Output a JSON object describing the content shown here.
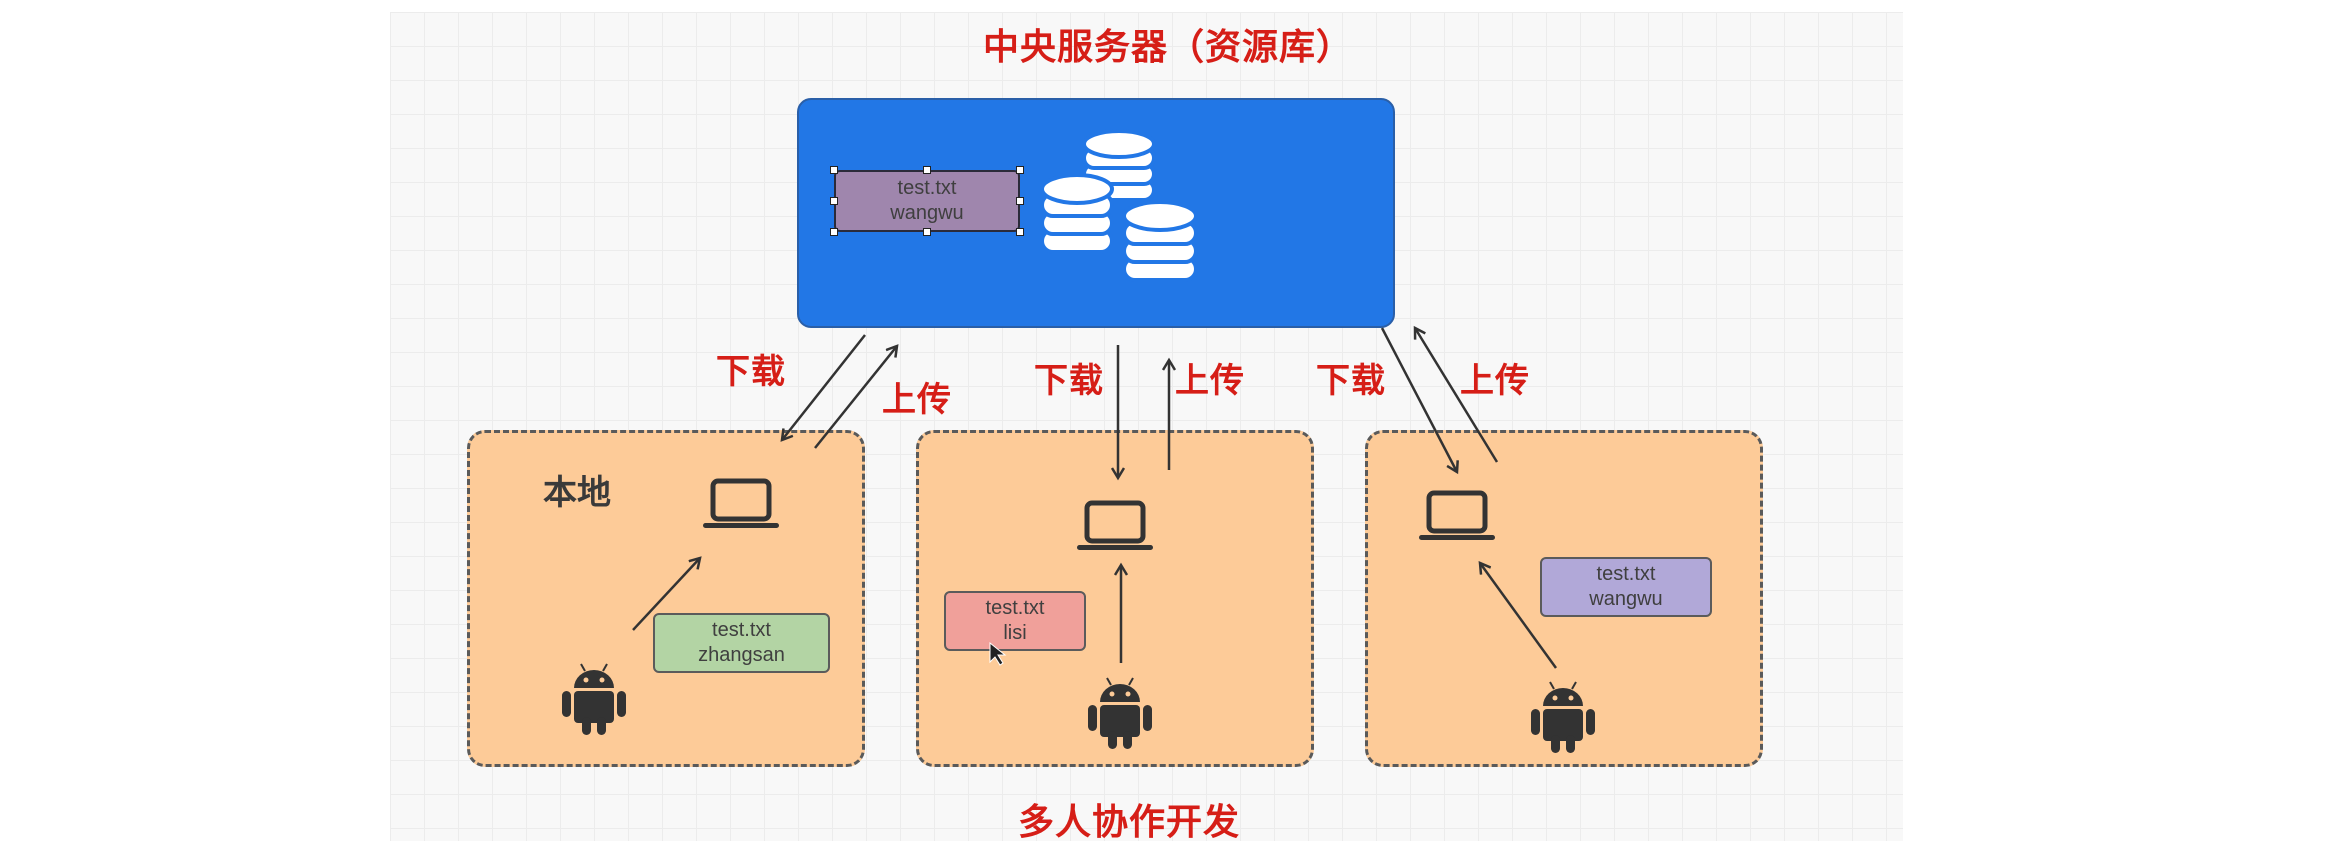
{
  "diagram": {
    "title": "中央服务器（资源库）",
    "footer": "多人协作开发",
    "server": {
      "name": "central-server",
      "icon": "database-stack-icon",
      "color": "#2277e6",
      "file": {
        "line1": "test.txt",
        "line2": "wangwu",
        "color": "#9f86ad",
        "selected": true
      }
    },
    "arrow_labels": {
      "download": "下载",
      "upload": "上传"
    },
    "clients": [
      {
        "label": "本地",
        "device_icons": [
          "laptop-icon",
          "android-icon"
        ],
        "file": {
          "line1": "test.txt",
          "line2": "zhangsan",
          "color": "#b3d4a4"
        }
      },
      {
        "label": "",
        "device_icons": [
          "laptop-icon",
          "android-icon"
        ],
        "file": {
          "line1": "test.txt",
          "line2": "lisi",
          "color": "#f0a09a"
        }
      },
      {
        "label": "",
        "device_icons": [
          "laptop-icon",
          "android-icon"
        ],
        "file": {
          "line1": "test.txt",
          "line2": "wangwu",
          "color": "#b1a8d8"
        }
      }
    ],
    "colors": {
      "title_red": "#d61e17",
      "client_fill": "#fdcb98",
      "arrow": "#333333"
    }
  }
}
